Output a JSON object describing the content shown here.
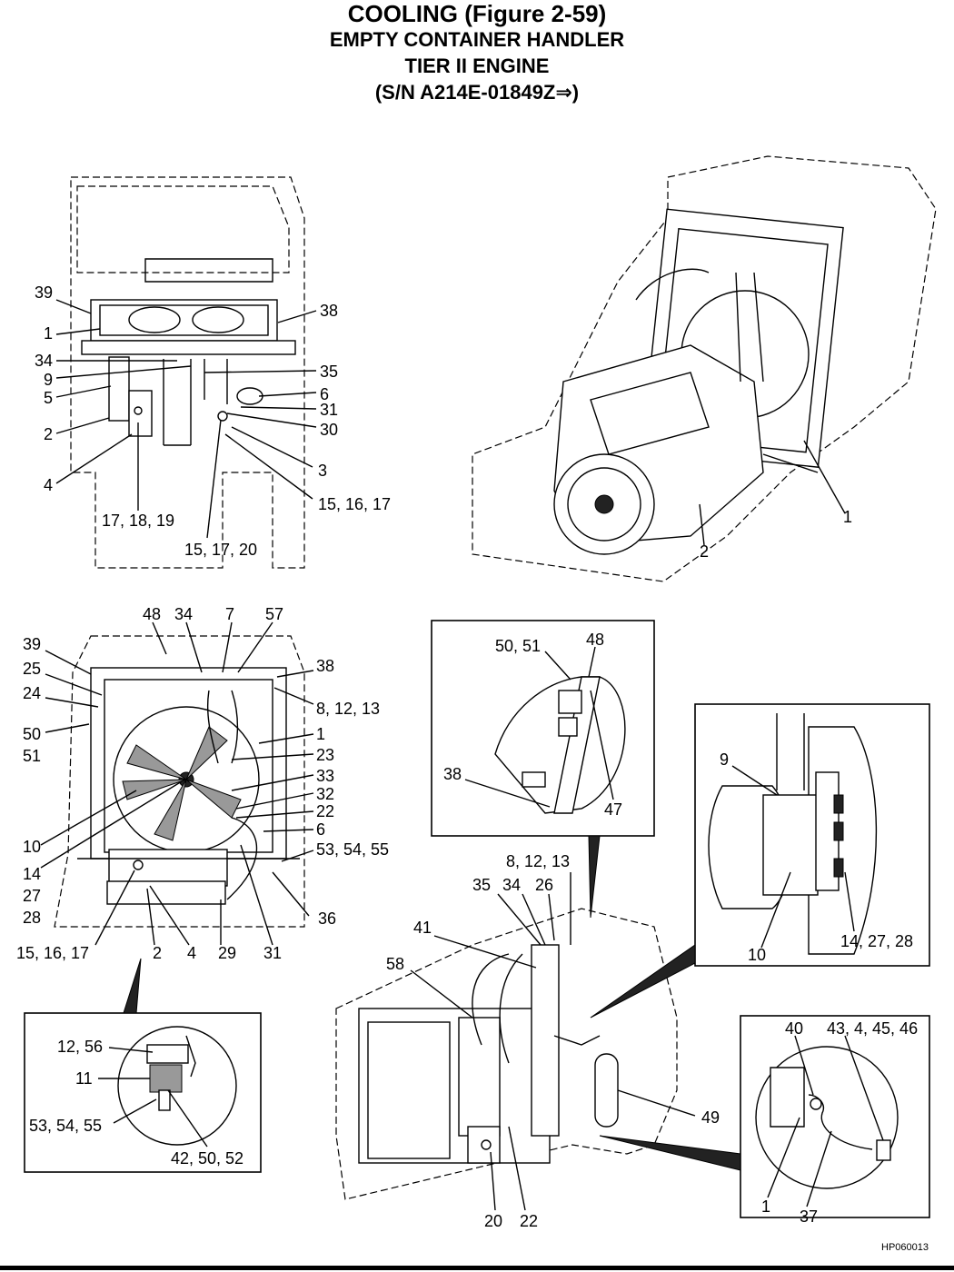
{
  "title": {
    "line1": "COOLING (Figure 2-59)",
    "line2": "EMPTY CONTAINER HANDLER",
    "line3": "TIER II ENGINE",
    "line4": "(S/N A214E-01849Z⇒)"
  },
  "figure_code": "HP060013",
  "callouts": {
    "top_view": [
      "39",
      "1",
      "34",
      "9",
      "5",
      "2",
      "4",
      "17, 18, 19",
      "15, 17, 20",
      "35",
      "6",
      "31",
      "30",
      "3",
      "15, 16, 17"
    ],
    "iso_view": [
      "1",
      "2"
    ],
    "front_view": [
      "48",
      "34",
      "7",
      "57",
      "39",
      "25",
      "24",
      "50",
      "51",
      "38",
      "8, 12, 13",
      "1",
      "23",
      "33",
      "32",
      "22",
      "6",
      "53, 54, 55",
      "10",
      "14",
      "27",
      "28",
      "36",
      "15, 16, 17",
      "2",
      "4",
      "29",
      "31"
    ],
    "detail_bracket": [
      "50, 51",
      "48",
      "38",
      "47"
    ],
    "detail_mount": [
      "9",
      "10",
      "14, 27, 28"
    ],
    "side_view": [
      "8, 12, 13",
      "35",
      "34",
      "26",
      "41",
      "58",
      "49",
      "20",
      "22"
    ],
    "detail_bolt": [
      "12, 56",
      "11",
      "53, 54, 55",
      "42, 50, 52"
    ],
    "detail_clip": [
      "40",
      "43, 4, 45, 46",
      "1",
      "37"
    ]
  }
}
